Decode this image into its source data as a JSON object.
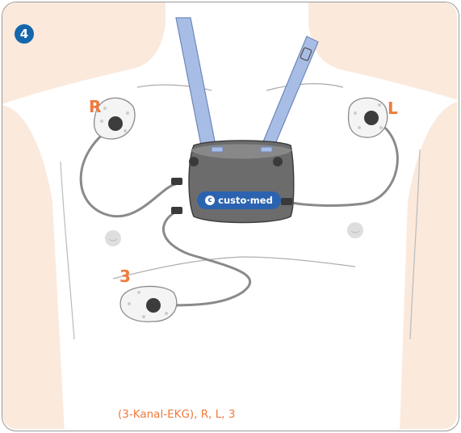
{
  "step": {
    "number": "4",
    "color": "#1567ad"
  },
  "electrodes": {
    "right": {
      "label": "R"
    },
    "left": {
      "label": "L"
    },
    "third": {
      "label": "3"
    }
  },
  "device": {
    "brand": "custo·med",
    "brand_icon": "c"
  },
  "caption": "(3-Kanal-EKG),  R, L, 3",
  "colors": {
    "accent": "#f07a3c",
    "strap": "#a8bde6",
    "device": "#707070",
    "skin": "#fde9dc"
  }
}
